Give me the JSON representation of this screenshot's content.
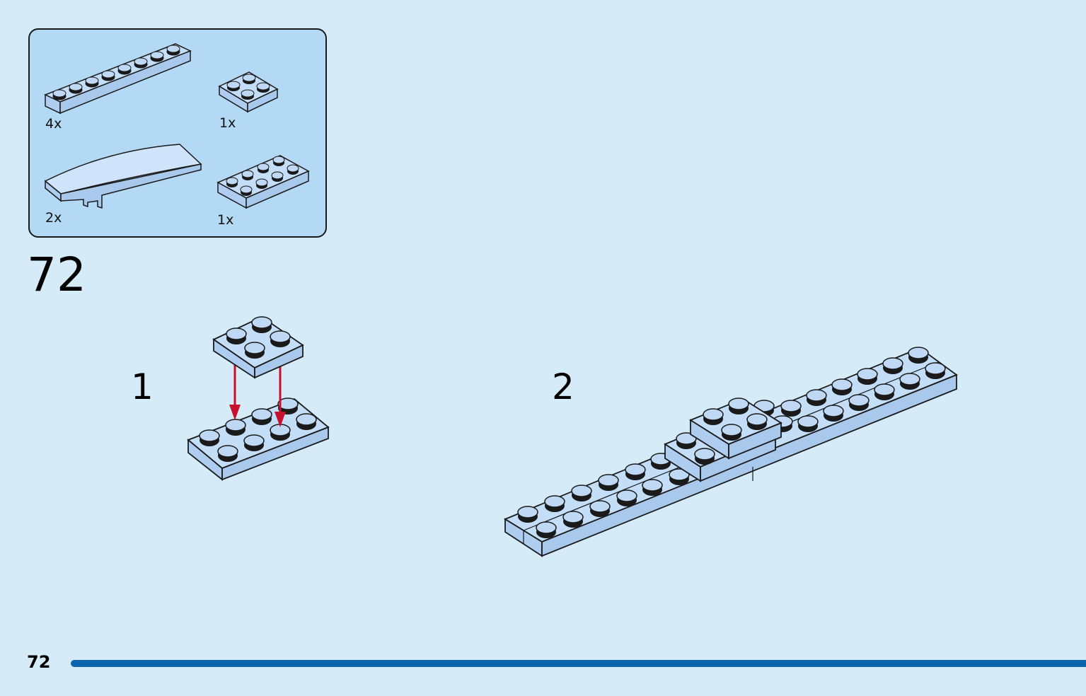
{
  "parts_list": [
    {
      "qty": "4x",
      "part": "plate-1x8"
    },
    {
      "qty": "1x",
      "part": "plate-2x2"
    },
    {
      "qty": "2x",
      "part": "wedge-curved-slope"
    },
    {
      "qty": "1x",
      "part": "plate-2x4"
    }
  ],
  "step_number": "72",
  "substeps": [
    {
      "label": "1"
    },
    {
      "label": "2"
    }
  ],
  "page_number": "72",
  "colors": {
    "background": "#d5ebf8",
    "parts_box": "#b3d9f4",
    "brick": "#c4def7",
    "brick_side": "#aecdf0",
    "stud_top": "#bfd9f5",
    "arrow": "#c8102e",
    "page_bar": "#0a63ad"
  }
}
